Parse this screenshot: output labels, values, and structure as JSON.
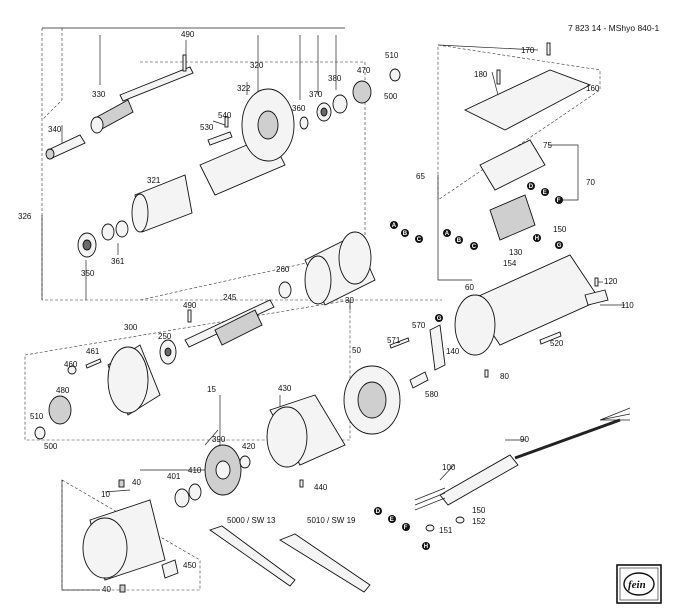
{
  "header": {
    "reference": "7 823 14 - MShyo 840-1"
  },
  "part_numbers": {
    "p490a": "490",
    "p330": "330",
    "p320": "320",
    "p322": "322",
    "p360": "360",
    "p370": "370",
    "p380": "380",
    "p470": "470",
    "p510a": "510",
    "p500a": "500",
    "p340": "340",
    "p530": "530",
    "p540": "540",
    "p321": "321",
    "p326": "326",
    "p350": "350",
    "p361": "361",
    "p170": "170",
    "p180": "180",
    "p160": "160",
    "p65": "65",
    "p75": "75",
    "p70": "70",
    "p150a": "150",
    "p130": "130",
    "p154": "154",
    "p60": "60",
    "p120": "120",
    "p110": "110",
    "p260": "260",
    "p30": "30",
    "p490b": "490",
    "p245": "245",
    "p300": "300",
    "p250": "250",
    "p460": "460",
    "p461": "461",
    "p480": "480",
    "p510b": "510",
    "p500b": "500",
    "p570": "570",
    "p571": "571",
    "p140": "140",
    "p50": "50",
    "p580": "580",
    "p80": "80",
    "p520": "520",
    "p15": "15",
    "p430": "430",
    "p390": "390",
    "p420": "420",
    "p401": "401",
    "p410": "410",
    "p40a": "40",
    "p10": "10",
    "p440": "440",
    "p90": "90",
    "p100": "100",
    "p150b": "150",
    "p152": "152",
    "p151": "151",
    "p5000": "5000 / SW 13",
    "p5010": "5010 / SW 19",
    "p450": "450",
    "p40b": "40"
  },
  "markers": {
    "m1A": "A",
    "m1B": "B",
    "m1C": "C",
    "m2A": "A",
    "m2B": "B",
    "m2C": "C",
    "m2D": "D",
    "m2E": "E",
    "m2F": "F",
    "m2G": "G",
    "m2H": "H",
    "m3G": "G",
    "m4D": "D",
    "m4E": "E",
    "m4F": "F",
    "m4H": "H"
  },
  "logo": {
    "text": "fein"
  }
}
